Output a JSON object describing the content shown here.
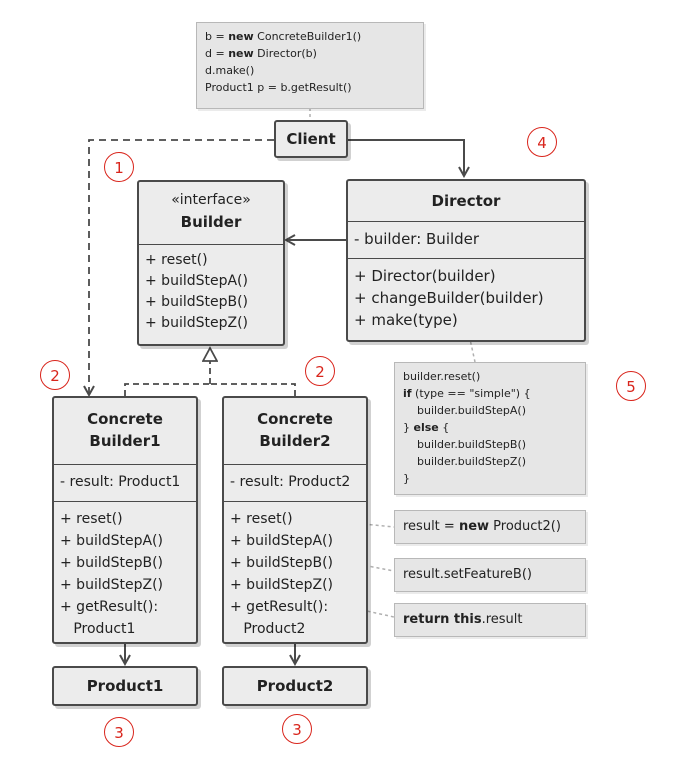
{
  "client": {
    "title": "Client"
  },
  "client_note": {
    "lines": [
      {
        "pre": "b = ",
        "kw": "new",
        "post": " ConcreteBuilder1()"
      },
      {
        "pre": "d = ",
        "kw": "new",
        "post": " Director(b)"
      },
      {
        "pre": "d.make()",
        "kw": "",
        "post": ""
      },
      {
        "pre": "Product1 p = b.getResult()",
        "kw": "",
        "post": ""
      }
    ]
  },
  "builder": {
    "stereotype": "«interface»",
    "title": "Builder",
    "methods": [
      "+ reset()",
      "+ buildStepA()",
      "+ buildStepB()",
      "+ buildStepZ()"
    ]
  },
  "director": {
    "title": "Director",
    "fields": [
      "- builder: Builder"
    ],
    "methods": [
      "+ Director(builder)",
      "+ changeBuilder(builder)",
      "+ make(type)"
    ]
  },
  "director_note": {
    "lines": [
      {
        "pre": "builder.reset()",
        "kw": "",
        "post": ""
      },
      {
        "pre": "",
        "kw": "if",
        "post": " (type == \"simple\") {"
      },
      {
        "pre": "    builder.buildStepA()",
        "kw": "",
        "post": ""
      },
      {
        "pre": "} ",
        "kw": "else",
        "post": " {"
      },
      {
        "pre": "    builder.buildStepB()",
        "kw": "",
        "post": ""
      },
      {
        "pre": "    builder.buildStepZ()",
        "kw": "",
        "post": ""
      },
      {
        "pre": "}",
        "kw": "",
        "post": ""
      }
    ]
  },
  "cb1": {
    "title_l1": "Concrete",
    "title_l2": "Builder1",
    "fields": [
      "- result: Product1"
    ],
    "methods": [
      "+ reset()",
      "+ buildStepA()",
      "+ buildStepB()",
      "+ buildStepZ()",
      "+ getResult():",
      "   Product1"
    ]
  },
  "cb2": {
    "title_l1": "Concrete",
    "title_l2": "Builder2",
    "fields": [
      "- result: Product2"
    ],
    "methods": [
      "+ reset()",
      "+ buildStepA()",
      "+ buildStepB()",
      "+ buildStepZ()",
      "+ getResult():",
      "   Product2"
    ]
  },
  "notes_cb2": {
    "reset": {
      "pre": "result = ",
      "kw": "new",
      "post": " Product2()"
    },
    "stepb": {
      "pre": "result.setFeatureB()",
      "kw": "",
      "post": ""
    },
    "getresult": {
      "pre": "",
      "kw": "return this",
      "post": ".result"
    }
  },
  "product1": {
    "title": "Product1"
  },
  "product2": {
    "title": "Product2"
  },
  "markers": {
    "m1": "1",
    "m2a": "2",
    "m2b": "2",
    "m3a": "3",
    "m3b": "3",
    "m4": "4",
    "m5": "5"
  },
  "colors": {
    "box_fill": "#ececec",
    "note_fill": "#e6e6e6",
    "marker": "#d9251c"
  }
}
